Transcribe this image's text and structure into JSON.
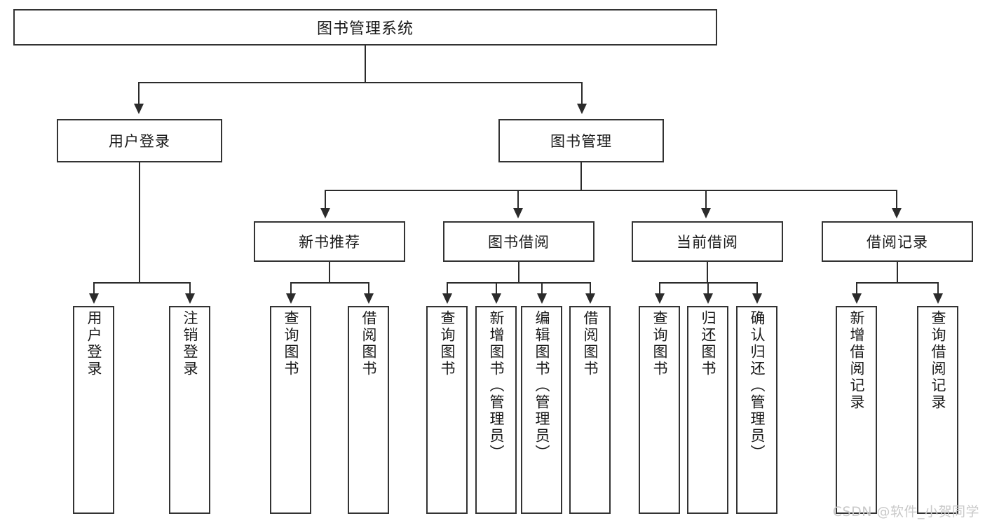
{
  "diagram": {
    "title": "图书管理系统",
    "root": {
      "label": "图书管理系统"
    },
    "level2": [
      {
        "label": "用户登录"
      },
      {
        "label": "图书管理"
      }
    ],
    "level3": [
      {
        "label": "新书推荐"
      },
      {
        "label": "图书借阅"
      },
      {
        "label": "当前借阅"
      },
      {
        "label": "借阅记录"
      }
    ],
    "leaves": {
      "user_login": [
        {
          "label": "用户登录"
        },
        {
          "label": "注销登录"
        }
      ],
      "new_book_recommend": [
        {
          "label": "查询图书"
        },
        {
          "label": "借阅图书"
        }
      ],
      "book_borrow": [
        {
          "label": "查询图书"
        },
        {
          "label": "新增图书（管理员）"
        },
        {
          "label": "编辑图书（管理员）"
        },
        {
          "label": "借阅图书"
        }
      ],
      "current_borrow": [
        {
          "label": "查询图书"
        },
        {
          "label": "归还图书"
        },
        {
          "label": "确认归还（管理员）"
        }
      ],
      "borrow_record": [
        {
          "label": "新增借阅记录"
        },
        {
          "label": "查询借阅记录"
        }
      ]
    }
  },
  "watermark": {
    "text": "CSDN @软件_小贺同学"
  },
  "colors": {
    "box_border": "#333333",
    "connector": "#2b2b2b",
    "background": "#ffffff",
    "text": "#1a1a1a",
    "watermark": "#c9c9c9"
  }
}
